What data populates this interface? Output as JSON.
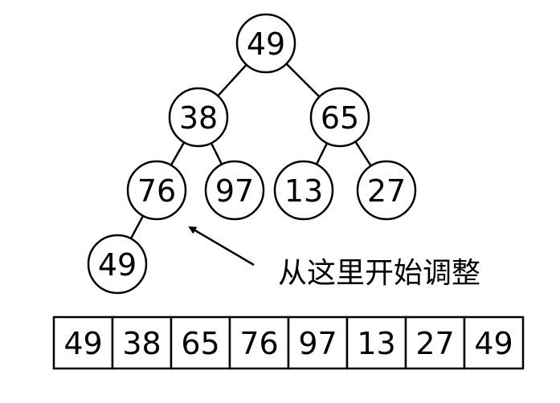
{
  "tree": {
    "nodes": [
      {
        "id": "n0",
        "value": "49"
      },
      {
        "id": "n1",
        "value": "38"
      },
      {
        "id": "n2",
        "value": "65"
      },
      {
        "id": "n3",
        "value": "76"
      },
      {
        "id": "n4",
        "value": "97"
      },
      {
        "id": "n5",
        "value": "13"
      },
      {
        "id": "n6",
        "value": "27"
      },
      {
        "id": "n7",
        "value": "49"
      }
    ],
    "edges": [
      [
        "n0",
        "n1"
      ],
      [
        "n0",
        "n2"
      ],
      [
        "n1",
        "n3"
      ],
      [
        "n1",
        "n4"
      ],
      [
        "n2",
        "n5"
      ],
      [
        "n2",
        "n6"
      ],
      [
        "n3",
        "n7"
      ]
    ]
  },
  "annotation": {
    "text": "从这里开始调整",
    "points_to": "n3"
  },
  "array": {
    "cells": [
      "49",
      "38",
      "65",
      "76",
      "97",
      "13",
      "27",
      "49"
    ]
  }
}
